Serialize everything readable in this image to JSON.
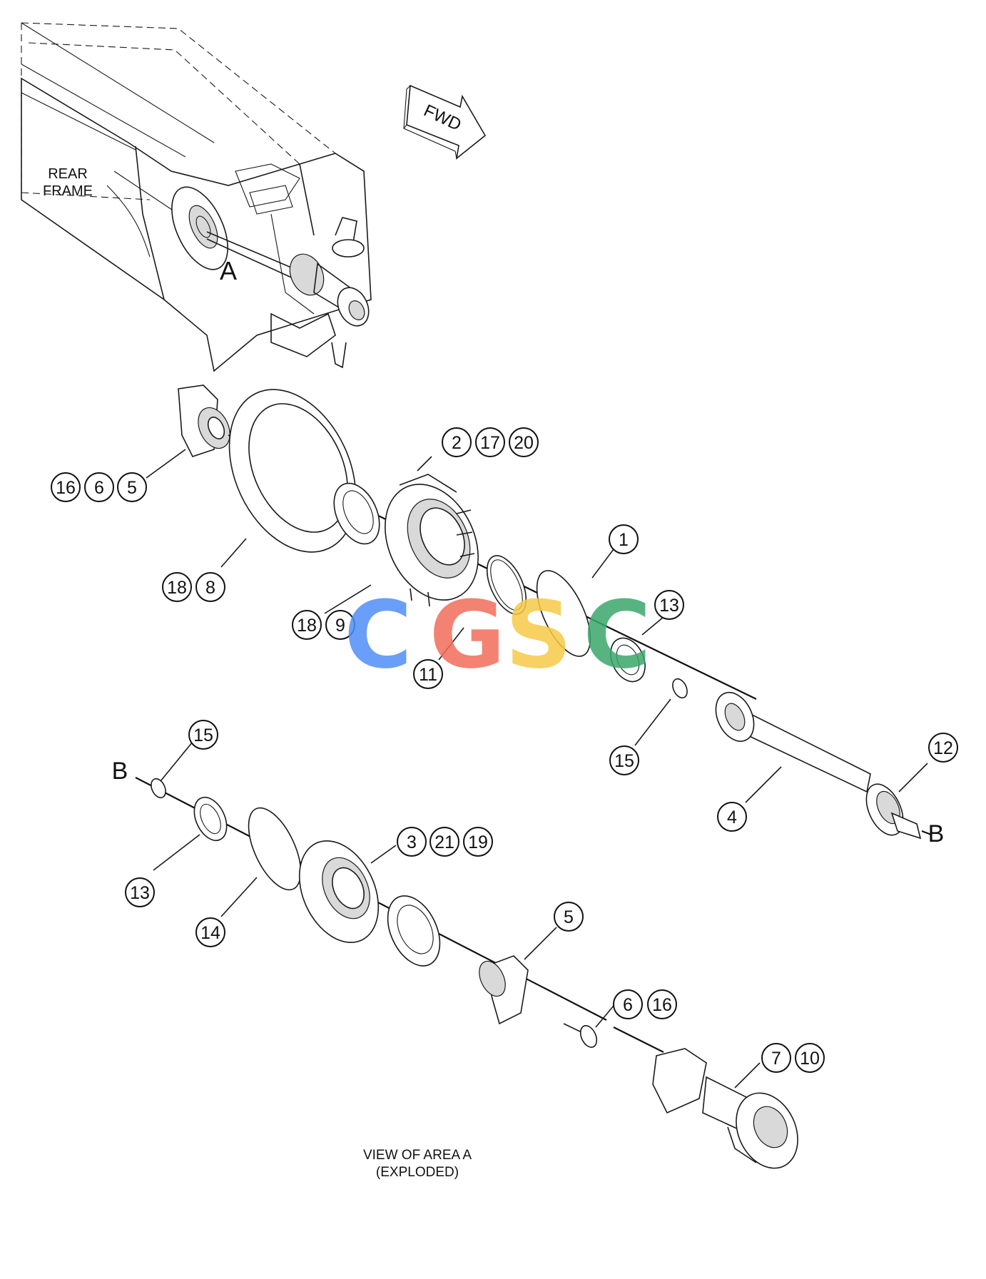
{
  "labels": {
    "rear_frame_line1": "REAR",
    "rear_frame_line2": "FRAME",
    "area": "A",
    "fwd": "FWD",
    "break_b1": "B",
    "break_b2": "B",
    "view_line1": "VIEW OF AREA A",
    "view_line2": "(EXPLODED)"
  },
  "callouts": {
    "c_16a": "16",
    "c_6a": "6",
    "c_5a": "5",
    "c_2": "2",
    "c_17": "17",
    "c_20": "20",
    "c_18a": "18",
    "c_8": "8",
    "c_18b": "18",
    "c_9": "9",
    "c_1": "1",
    "c_13a": "13",
    "c_11": "11",
    "c_15a": "15",
    "c_12": "12",
    "c_4": "4",
    "c_15b": "15",
    "c_13b": "13",
    "c_14": "14",
    "c_3": "3",
    "c_21": "21",
    "c_19": "19",
    "c_5b": "5",
    "c_6b": "6",
    "c_16b": "16",
    "c_7": "7",
    "c_10": "10"
  },
  "watermark": {
    "letters": [
      "C",
      "G",
      "S",
      "C"
    ],
    "colors": [
      "#4f8ff7",
      "#f26d5b",
      "#f7c948",
      "#3aa86b"
    ]
  }
}
